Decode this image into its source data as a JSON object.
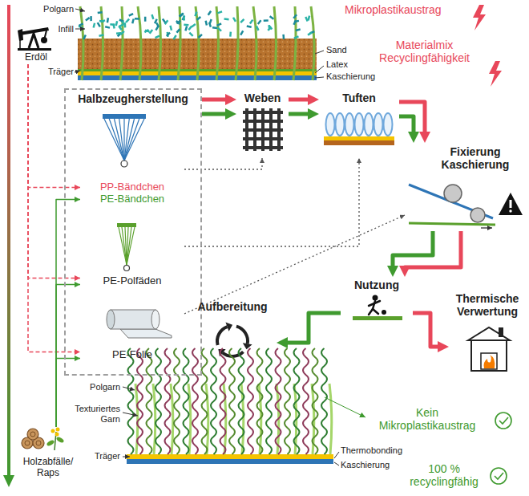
{
  "diagram": {
    "nodes": [
      {
        "text": [
          "Halbzeugherstellung"
        ]
      },
      {
        "text": [
          "PP-Bändchen",
          "PE-Bändchen"
        ],
        "in": 0
      },
      {
        "text": [
          "PE-Polfäden"
        ],
        "in": 0
      },
      {
        "text": [
          "PE-Folie"
        ],
        "in": 0
      },
      {
        "text": [
          "Weben"
        ]
      },
      {
        "text": [
          "Tuften"
        ]
      },
      {
        "text": [
          "Fixierung Kaschierung"
        ]
      },
      {
        "text": [
          "Nutzung"
        ]
      },
      {
        "text": [
          "Aufbereitung"
        ]
      },
      {
        "text": [
          "Thermische Verwertung"
        ]
      },
      {
        "text": [
          "Erdöl"
        ]
      },
      {
        "text": [
          "Holzabfälle/ Raps"
        ]
      }
    ],
    "edges": [
      {
        "from": 10,
        "to": 1,
        "arrow": "to"
      },
      {
        "from": 10,
        "to": 2,
        "arrow": "to"
      },
      {
        "from": 10,
        "to": 3,
        "arrow": "to"
      },
      {
        "from": 11,
        "to": 1,
        "arrow": "to"
      },
      {
        "from": 11,
        "to": 2,
        "arrow": "to"
      },
      {
        "from": 11,
        "to": 3,
        "arrow": "to"
      },
      {
        "from": 0,
        "to": 4,
        "arrow": "to"
      },
      {
        "from": 0,
        "to": 4,
        "arrow": "to"
      },
      {
        "from": 4,
        "to": 5,
        "arrow": "to"
      },
      {
        "from": 4,
        "to": 5,
        "arrow": "to"
      },
      {
        "from": 5,
        "to": 6,
        "arrow": "to"
      },
      {
        "from": 5,
        "to": 6,
        "arrow": "to"
      },
      {
        "from": 6,
        "to": 7,
        "arrow": "to"
      },
      {
        "from": 6,
        "to": 7,
        "arrow": "to"
      },
      {
        "from": 7,
        "to": 9,
        "arrow": "to"
      },
      {
        "from": 7,
        "to": 8,
        "arrow": "to"
      },
      {
        "from": 1,
        "to": 4,
        "arrow": "to"
      },
      {
        "from": 2,
        "to": 5,
        "arrow": "to"
      },
      {
        "from": 3,
        "to": 6,
        "arrow": "to"
      }
    ],
    "labels": [
      "Polgarn",
      "Infill",
      "Träger",
      "Sand",
      "Latex",
      "Kaschierung",
      "Mikroplastikaustrag",
      "Materialmix Recyclingfähigkeit",
      "Polgarn",
      "Texturiertes Garn",
      "Träger",
      "Thermobonding",
      "Kaschierung",
      "Kein Mikroplastikaustrag",
      "100 % recyclingfähig"
    ]
  }
}
